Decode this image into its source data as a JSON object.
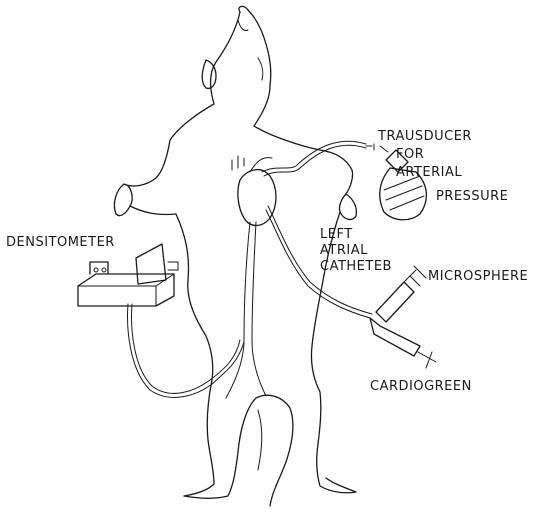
{
  "labels": {
    "transducer_line1": "TRAUSDUCER",
    "transducer_line2": "FOR",
    "transducer_line3": "ARTERIAL",
    "transducer_line4": "PRESSURE",
    "densitometer": "DENSITOMETER",
    "left_line1": "LEFT",
    "left_line2": "ATRIAL",
    "left_line3": "CATHETEB",
    "microsphere": "MICROSPHERE",
    "cardiogreen": "CARDIOGREEN"
  }
}
